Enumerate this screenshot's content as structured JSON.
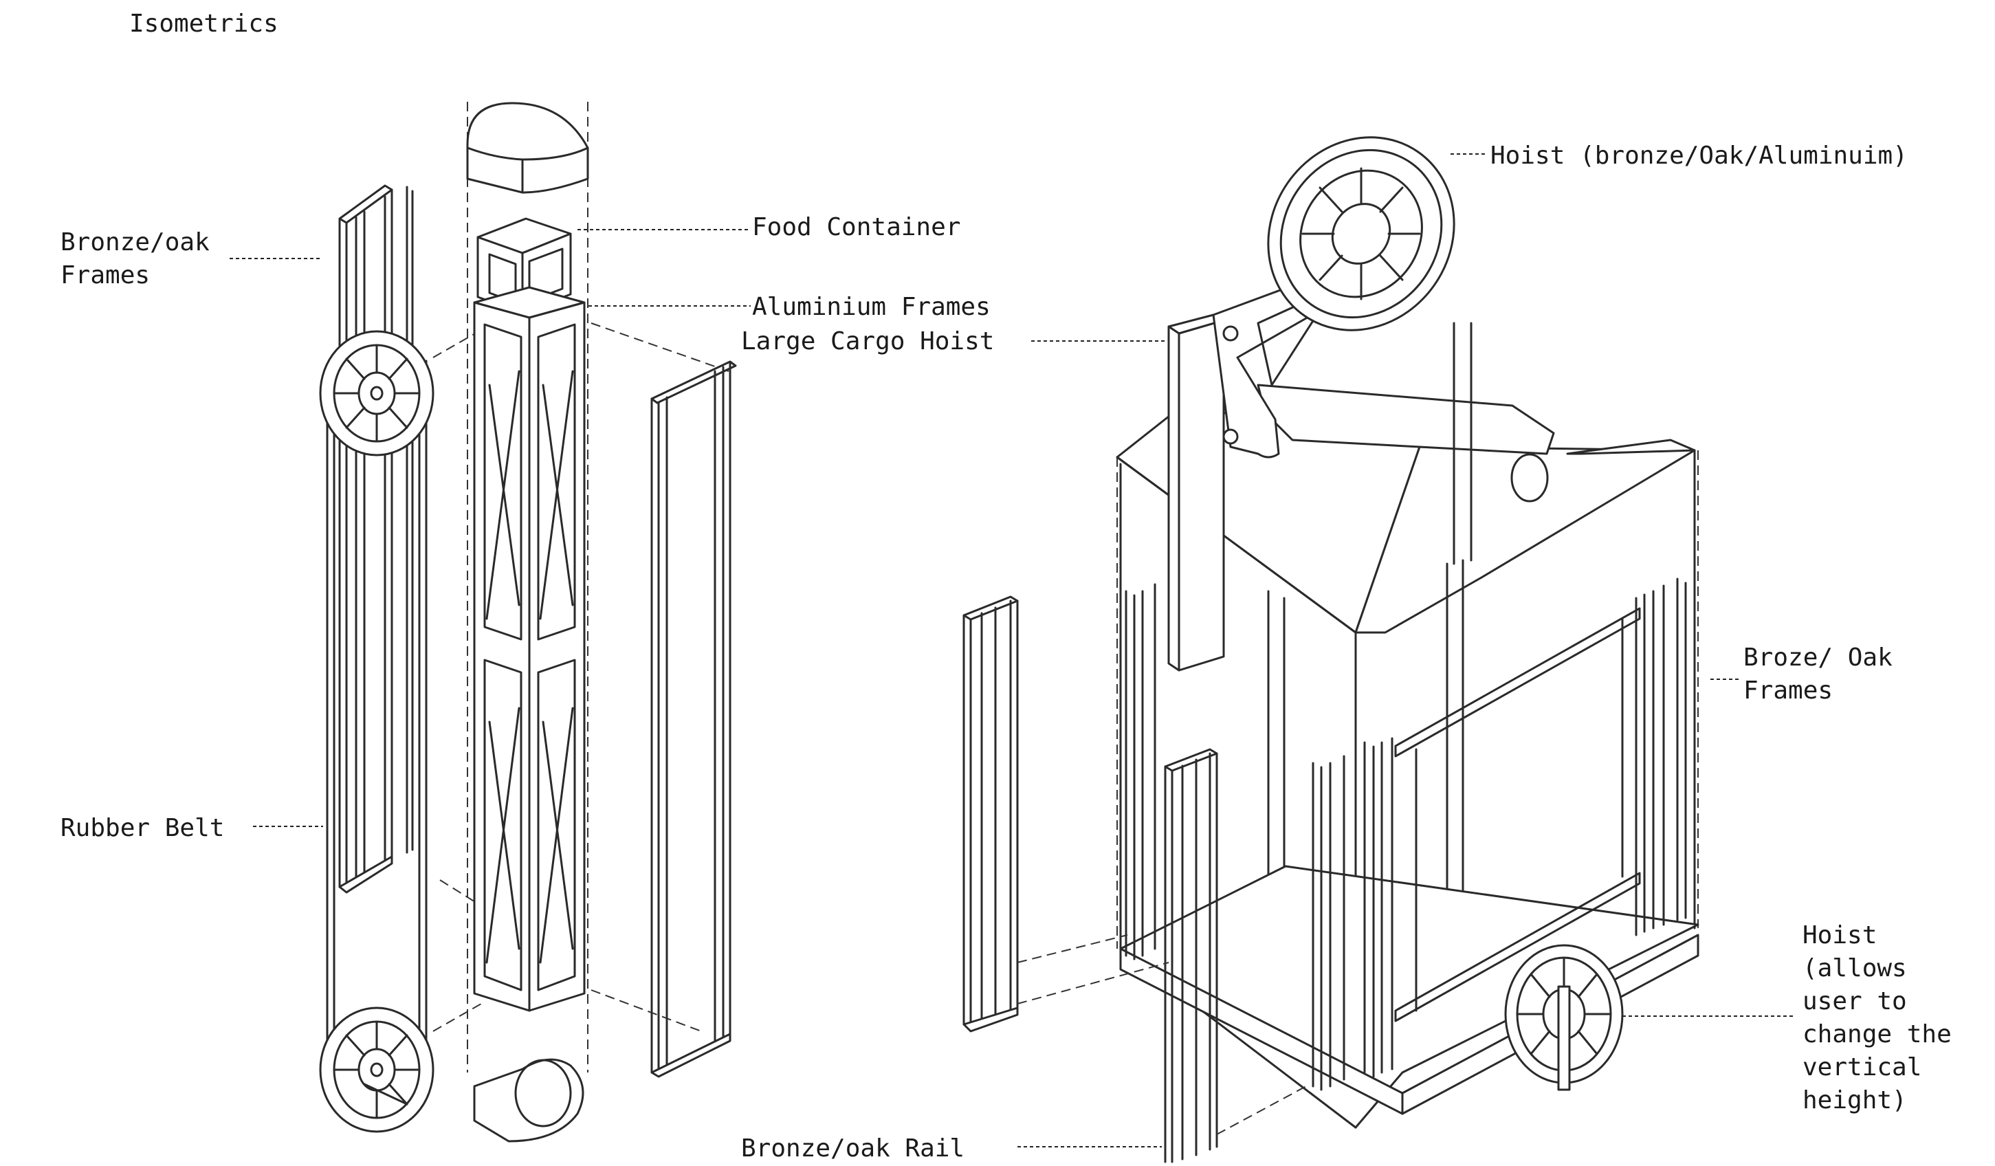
{
  "title": "Isometrics",
  "labels": {
    "bronze_oak_frames_left": [
      "Bronze/oak",
      "Frames"
    ],
    "rubber_belt": "Rubber Belt",
    "food_container": "Food Container",
    "aluminium_frames": "Aluminium Frames",
    "large_cargo_hoist": "Large Cargo Hoist",
    "hoist_top": "Hoist (bronze/Oak/Aluminuim)",
    "broze_oak_frames_right": [
      "Broze/ Oak",
      "Frames"
    ],
    "hoist_height": [
      "Hoist",
      "(allows",
      "user to",
      "change the",
      "vertical",
      "height)"
    ],
    "bronze_oak_rail": "Bronze/oak Rail"
  },
  "colors": {
    "ink": "#2a2a2a",
    "paper": "#ffffff"
  }
}
